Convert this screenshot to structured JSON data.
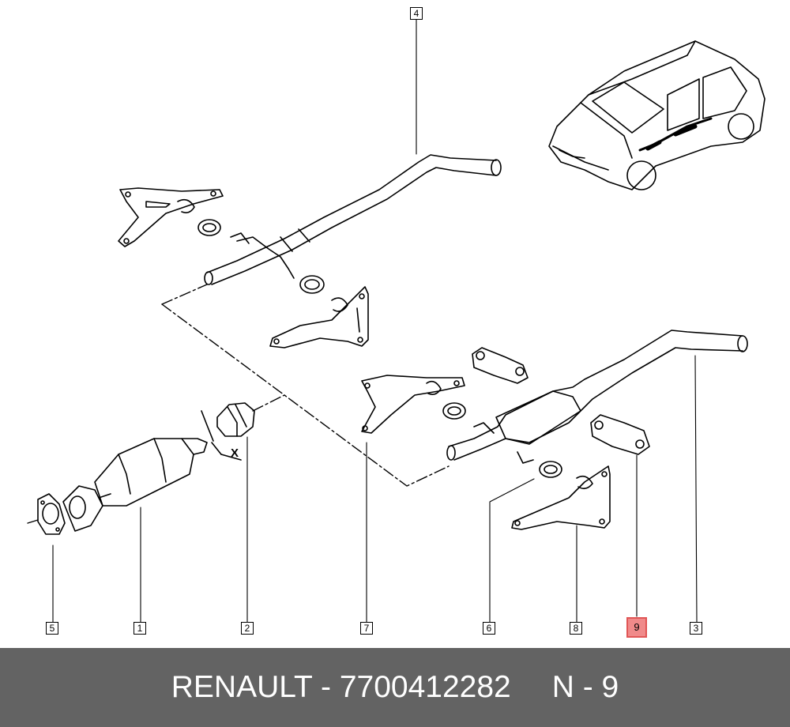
{
  "callouts": [
    {
      "id": "c5",
      "label": "5"
    },
    {
      "id": "c1",
      "label": "1"
    },
    {
      "id": "c2",
      "label": "2"
    },
    {
      "id": "c7",
      "label": "7"
    },
    {
      "id": "c6",
      "label": "6"
    },
    {
      "id": "c8",
      "label": "8"
    },
    {
      "id": "c9",
      "label": "9",
      "highlighted": true
    },
    {
      "id": "c3",
      "label": "3"
    },
    {
      "id": "c4",
      "label": "4"
    }
  ],
  "diagram": {
    "x_marker": "X"
  },
  "footer": {
    "brand_part": "RENAULT - 7700412282",
    "position": "N - 9"
  },
  "colors": {
    "footer_bg": "#636363",
    "highlight": "#f08a8a",
    "line": "#000000"
  }
}
